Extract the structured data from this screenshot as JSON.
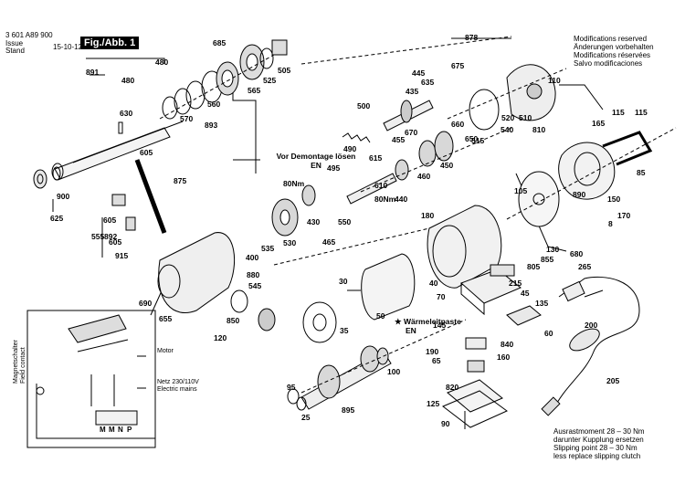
{
  "header": {
    "doc_number": "3 601 A89 900",
    "issue_label": "Issue",
    "stand_label": "Stand",
    "issue_date": "15-10-12",
    "figure_label": "Fig./Abb. 1"
  },
  "modifications": [
    "Modifications reserved",
    "Änderungen vorbehalten",
    "Modifications réservées",
    "Salvo modificaciones"
  ],
  "torque_note": [
    "Ausrastmoment 28 – 30 Nm",
    "darunter Kupplung ersetzen",
    "Slipping point 28 – 30 Nm",
    "less replace slipping clutch"
  ],
  "annotations": {
    "vor_demontage": "Vor Demontage lösen",
    "vor_demontage_lang": "EN",
    "torque_80": "80Nm",
    "waermeleitpaste": "Wärmeleitpaste",
    "waermeleitpaste_lang": "EN"
  },
  "wiring": {
    "magnet_label": [
      "Magnetschalter",
      "Field contact"
    ],
    "motor": "Motor",
    "mains": [
      "Netz 230/110V",
      "Electric mains"
    ],
    "terminals": [
      "M",
      "M",
      "N",
      "P"
    ]
  },
  "part_numbers": [
    "891",
    "480",
    "630",
    "480",
    "570",
    "560",
    "893",
    "685",
    "565",
    "525",
    "505",
    "878",
    "675",
    "445",
    "635",
    "435",
    "500",
    "490",
    "670",
    "455",
    "460",
    "450",
    "660",
    "650",
    "520",
    "510",
    "540",
    "810",
    "515",
    "110",
    "165",
    "115",
    "115",
    "85",
    "605",
    "875",
    "605",
    "892",
    "555",
    "605",
    "915",
    "900",
    "625",
    "615",
    "610",
    "80Nm",
    "440",
    "495",
    "430",
    "550",
    "465",
    "530",
    "535",
    "400",
    "880",
    "105",
    "890",
    "150",
    "170",
    "8",
    "180",
    "130",
    "855",
    "680",
    "690",
    "655",
    "545",
    "850",
    "120",
    "30",
    "50",
    "40",
    "805",
    "70",
    "215",
    "45",
    "135",
    "60",
    "35",
    "145",
    "840",
    "160",
    "190",
    "65",
    "820",
    "125",
    "90",
    "100",
    "95",
    "25",
    "895",
    "265",
    "200",
    "205"
  ]
}
